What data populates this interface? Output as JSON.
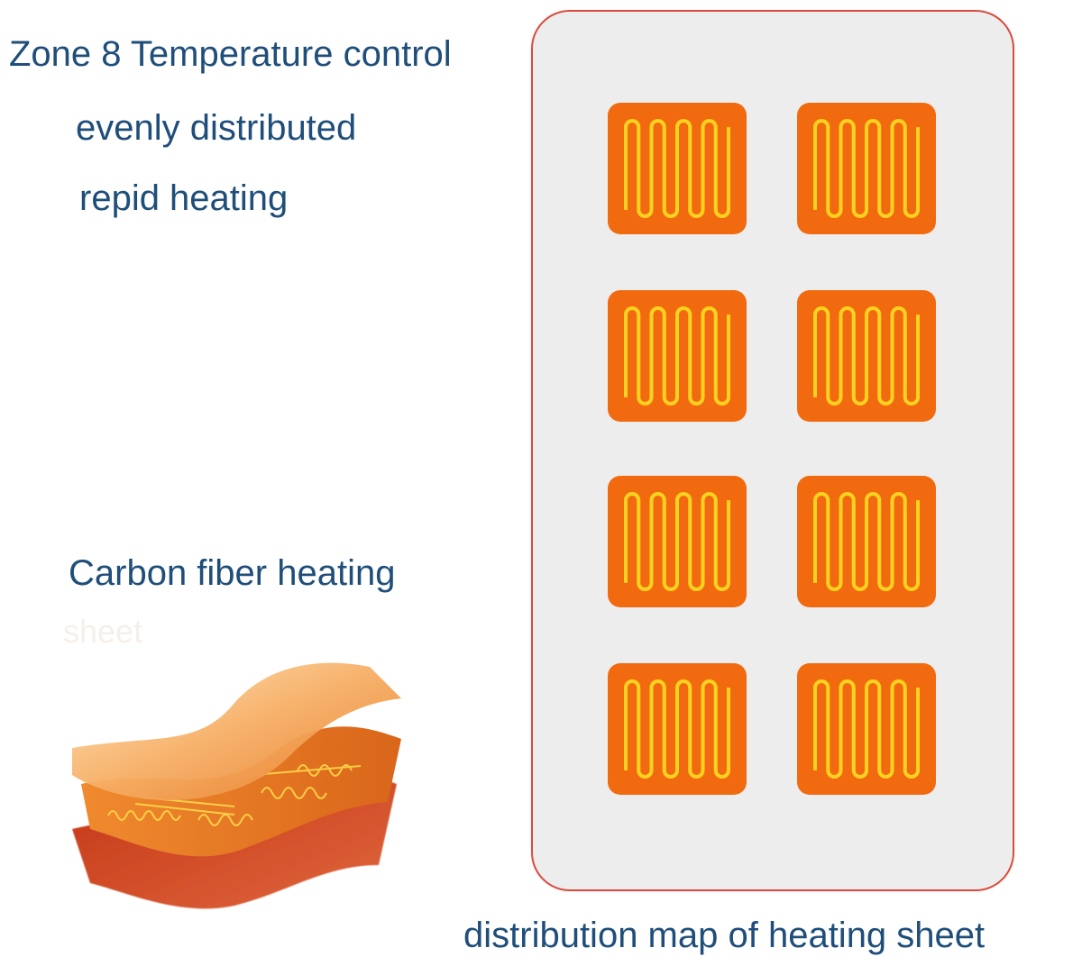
{
  "headline": "Zone 8 Temperature control",
  "features": [
    "evenly distributed",
    "repid heating"
  ],
  "carbon_label": "Carbon fiber heating",
  "carbon_label_cont": "sheet",
  "map_caption": "distribution map of heating  sheet",
  "zones": [
    {
      "row": 1,
      "col": 1
    },
    {
      "row": 1,
      "col": 2
    },
    {
      "row": 2,
      "col": 1
    },
    {
      "row": 2,
      "col": 2
    },
    {
      "row": 3,
      "col": 1
    },
    {
      "row": 3,
      "col": 2
    },
    {
      "row": 4,
      "col": 1
    },
    {
      "row": 4,
      "col": 2
    }
  ],
  "colors": {
    "text": "#1f4e7a",
    "panel_border": "#d94b3f",
    "panel_fill": "#ededed",
    "pad_orange": "#f26a10",
    "coil_yellow": "#ffd21f"
  }
}
